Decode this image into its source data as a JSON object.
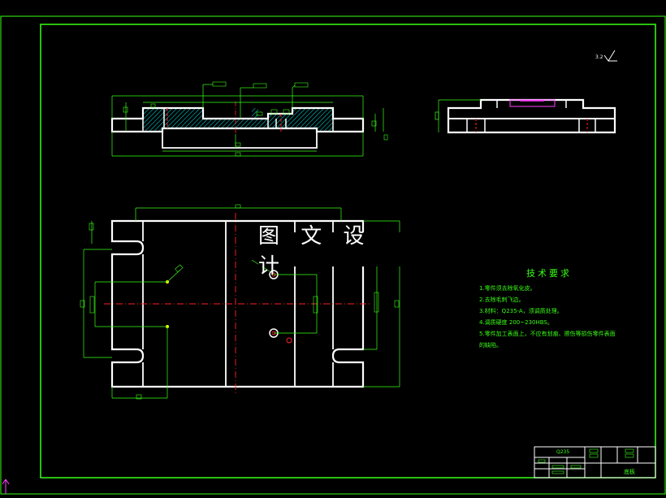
{
  "colors": {
    "background": "#000000",
    "frame": "#39ff14",
    "outline": "#ffffff",
    "dimension": "#39ff14",
    "center_line": "#ff2020",
    "hatch": "#00c8c8",
    "highlight": "#ff40ff",
    "point": "#ffff00"
  },
  "watermark": "图 文 设 计",
  "roughness_symbol": "3.2",
  "tech_requirements": {
    "title": "技术要求",
    "items": [
      "1.零件须去除氧化皮。",
      "2.去除毛刺飞边。",
      "3.材料：Q235-A，须调质处理。",
      "4.调质硬度 200~230HBS。",
      "5.零件加工表面上，不应有划痕、擦伤等损伤零件表面的缺陷。"
    ]
  },
  "title_block": {
    "drawing_name": "底板",
    "label_1": "Q235"
  }
}
